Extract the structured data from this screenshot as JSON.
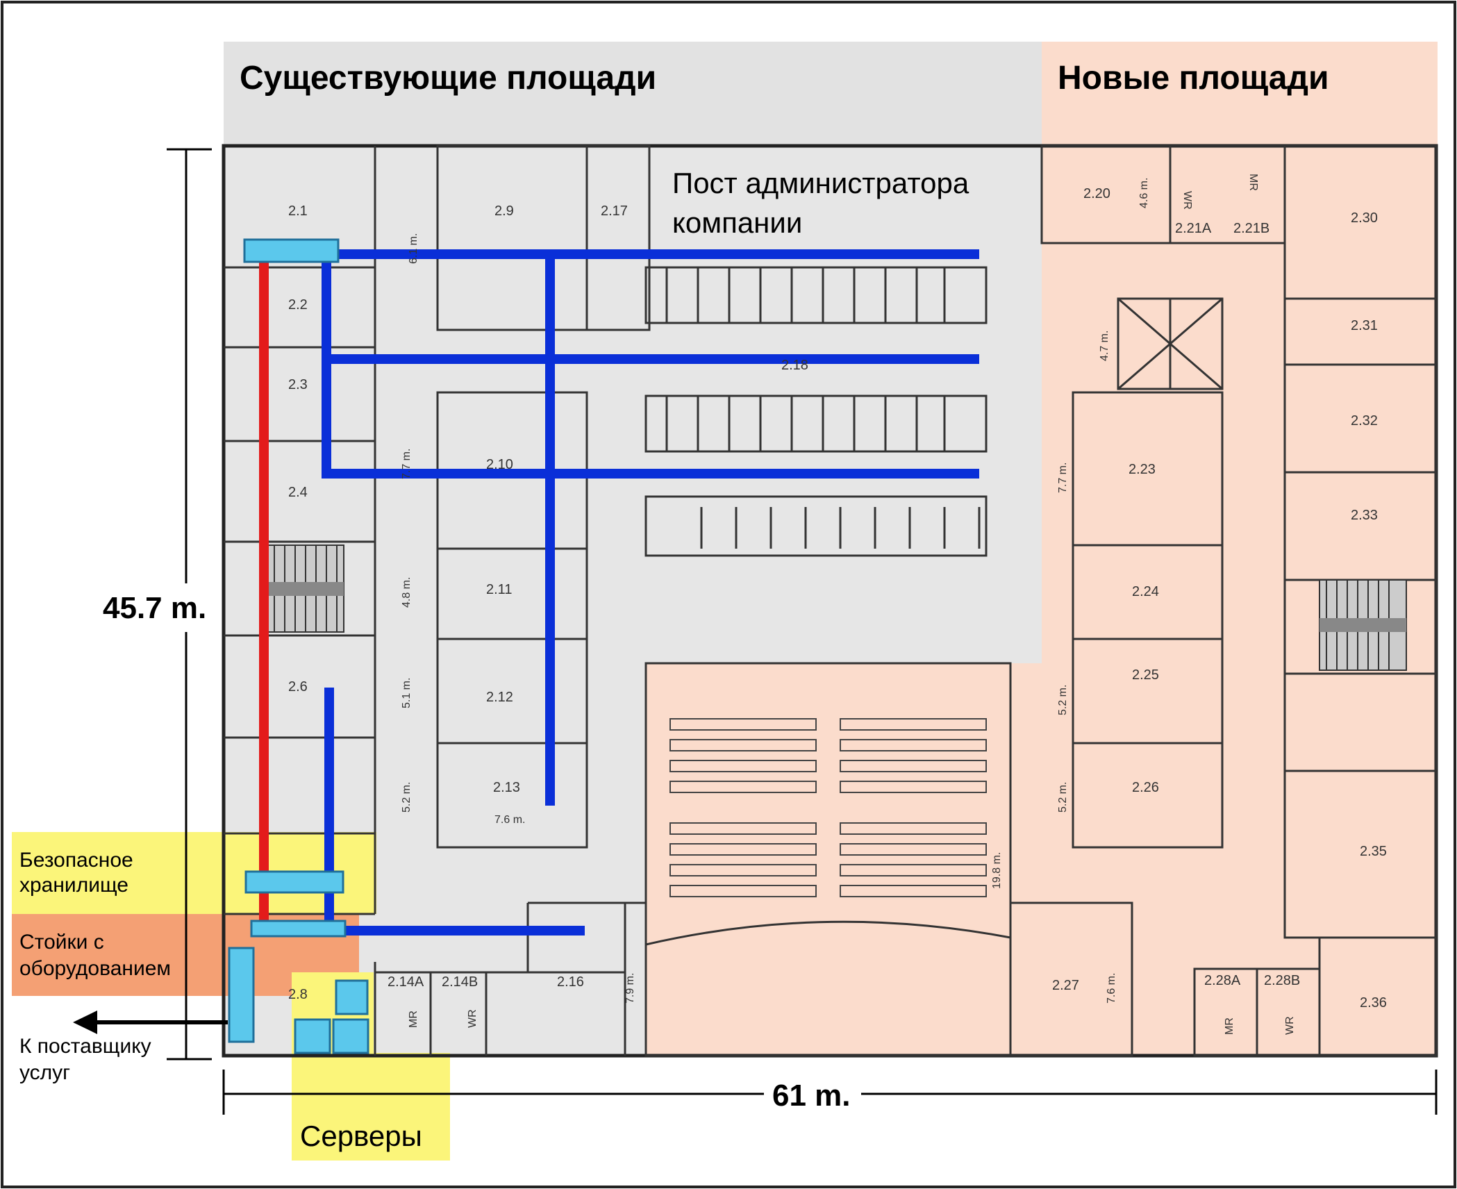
{
  "headers": {
    "existing": "Существующие площади",
    "new": "Новые площади"
  },
  "labels": {
    "admin_post_line1": "Пост администратора",
    "admin_post_line2": "компании",
    "secure_storage_line1": "Безопасное",
    "secure_storage_line2": "хранилище",
    "racks_line1": "Стойки с",
    "racks_line2": "оборудованием",
    "provider_line1": "К поставщику",
    "provider_line2": "услуг",
    "servers": "Серверы"
  },
  "dimensions": {
    "height": "45.7 m.",
    "width": "61 m.",
    "d_4_6": "4.6 m.",
    "d_4_7": "4.7 m.",
    "d_7_7a": "7.7 m.",
    "d_7_7b": "7.7 m.",
    "d_4_8": "4.8 m.",
    "d_5_1": "5.1 m.",
    "d_5_2a": "5.2 m.",
    "d_7_6a": "7.6 m.",
    "d_7_6b": "7.6 m.",
    "d_7_9": "7.9 m.",
    "d_6_1": "6.1 m.",
    "d_5_2b": "5.2 m.",
    "d_5_2c": "5.2 m.",
    "d_19_8": "19.8 m."
  },
  "rooms": {
    "r2_1": "2.1",
    "r2_2": "2.2",
    "r2_3": "2.3",
    "r2_4": "2.4",
    "r2_6": "2.6",
    "r2_8": "2.8",
    "r2_9": "2.9",
    "r2_10": "2.10",
    "r2_11": "2.11",
    "r2_12": "2.12",
    "r2_13": "2.13",
    "r2_14a": "2.14A",
    "r2_14b": "2.14B",
    "r2_16": "2.16",
    "r2_17": "2.17",
    "r2_18": "2.18",
    "r2_20": "2.20",
    "r2_21a": "2.21A",
    "r2_21b": "2.21B",
    "r2_23": "2.23",
    "r2_24": "2.24",
    "r2_25": "2.25",
    "r2_26": "2.26",
    "r2_27": "2.27",
    "r2_28a": "2.28A",
    "r2_28b": "2.28B",
    "r2_30": "2.30",
    "r2_31": "2.31",
    "r2_32": "2.32",
    "r2_33": "2.33",
    "r2_35": "2.35",
    "r2_36": "2.36",
    "mr": "MR",
    "wr": "WR"
  },
  "colors": {
    "existing_area": "#e2e2e2",
    "new_area": "#fbdccc",
    "blue_line": "#0a2fd8",
    "red_line": "#e31b1b",
    "yellow_highlight": "#fbf57a",
    "orange_highlight": "#f4a074",
    "server_box": "#5bc8ec"
  }
}
